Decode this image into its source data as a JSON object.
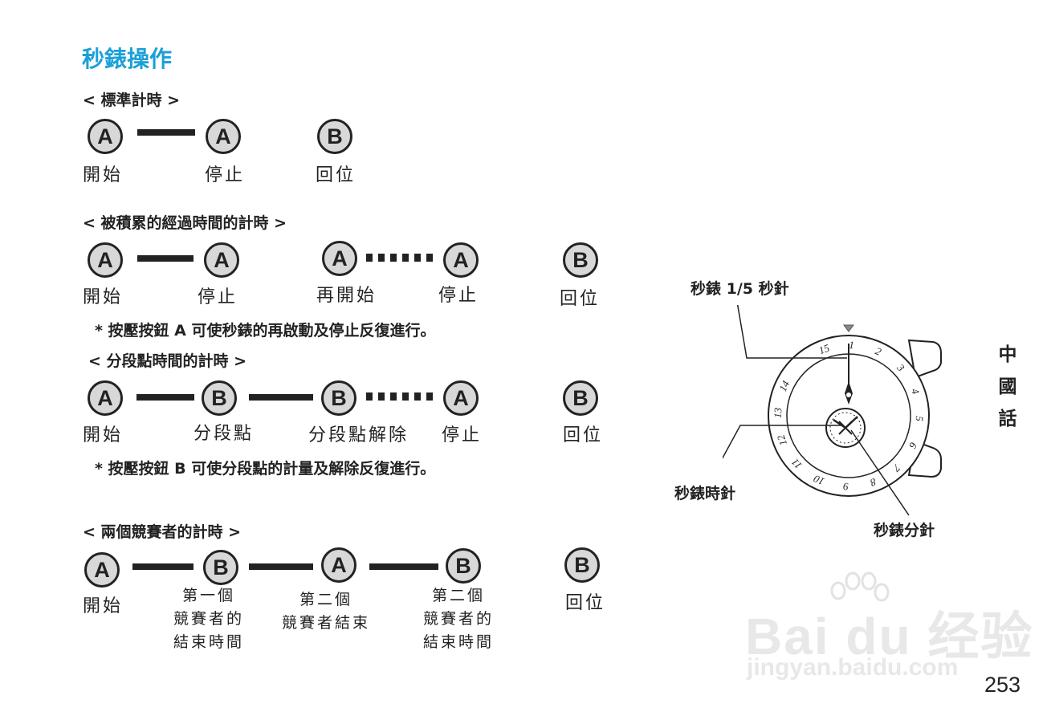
{
  "title": "秒錶操作",
  "sections": {
    "standard": {
      "heading": "< 標準計時 >",
      "btn1": "A",
      "btn2": "A",
      "btn3": "B",
      "lbl1": "開始",
      "lbl2": "停止",
      "lbl3": "回位"
    },
    "accumulated": {
      "heading": "< 被積累的經過時間的計時 >",
      "btn1": "A",
      "btn2": "A",
      "btn3": "A",
      "btn4": "A",
      "btn5": "B",
      "lbl1": "開始",
      "lbl2": "停止",
      "lbl3": "再開始",
      "lbl4": "停止",
      "lbl5": "回位",
      "note": "* 按壓按鈕 A 可使秒錶的再啟動及停止反復進行。"
    },
    "split": {
      "heading": "< 分段點時間的計時 >",
      "btn1": "A",
      "btn2": "B",
      "btn3": "B",
      "btn4": "A",
      "btn5": "B",
      "lbl1": "開始",
      "lbl2": "分段點",
      "lbl3": "分段點解除",
      "lbl4": "停止",
      "lbl5": "回位",
      "note": "* 按壓按鈕 B 可使分段點的計量及解除反復進行。"
    },
    "two_competitors": {
      "heading": "< 兩個競賽者的計時 >",
      "btn1": "A",
      "btn2": "B",
      "btn3": "A",
      "btn4": "B",
      "btn5": "B",
      "lbl1": "開始",
      "lbl2": "第一個\n競賽者的\n結束時間",
      "lbl3": "第二個\n競賽者結束",
      "lbl4": "第二個\n競賽者的\n結束時間",
      "lbl5": "回位"
    }
  },
  "diagram": {
    "label_fifth": "秒錶 1/5 秒針",
    "label_hour": "秒錶時針",
    "label_minute": "秒錶分針",
    "dial_numbers": [
      "15",
      "1",
      "2",
      "3",
      "4",
      "5",
      "6",
      "7",
      "8",
      "9",
      "10",
      "11",
      "12",
      "13",
      "14"
    ]
  },
  "side_tab": [
    "中",
    "國",
    "話"
  ],
  "page_number": "253",
  "watermark": {
    "brand": "Bai du 经验",
    "url": "jingyan.baidu.com"
  }
}
